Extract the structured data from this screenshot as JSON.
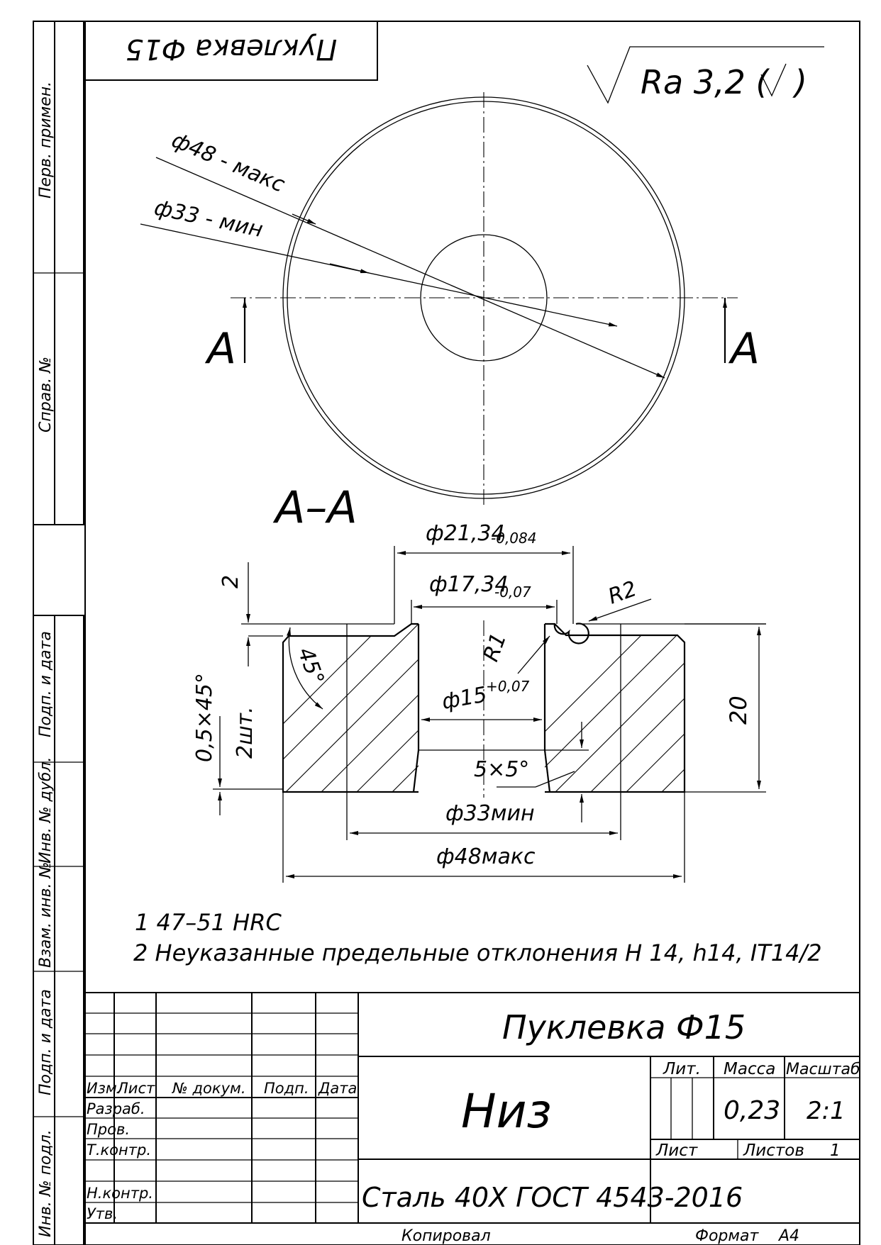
{
  "corner_title": "Пуклевка Ф15",
  "roughness": {
    "symbol_text": "Ra 3,2 (",
    "close_paren": ")"
  },
  "plan_view": {
    "dim_outer": "ф48 - макс",
    "dim_inner": "ф33 - мин",
    "section_mark_left": "A",
    "section_mark_right": "A"
  },
  "section_view": {
    "title": "A–A",
    "dim_d2134": "ф21,34",
    "tol_d2134": "-0,084",
    "dim_d1734": "ф17,34",
    "tol_d1734": "-0,07",
    "dim_r2": "R2",
    "dim_r1": "R1",
    "dim_2": "2",
    "dim_45deg": "45°",
    "dim_chamfer": "0,5×45°",
    "dim_2sht": "2шт.",
    "dim_d15": "ф15",
    "tol_d15": "+0,07",
    "dim_5x5": "5×5°",
    "dim_20": "20",
    "dim_d33": "ф33мин",
    "dim_d48": "ф48макс"
  },
  "notes": [
    "1  47–51 HRC",
    "2  Неуказанные предельные отклонения H 14, h14, IT14/2"
  ],
  "side_stamps": [
    "Перв. примен.",
    "Справ. №",
    "Подп. и дата",
    "Инв. № дубл.",
    "Взам. инв. №",
    "Подп. и дата",
    "Инв. № подл."
  ],
  "title_block": {
    "part_name": "Пуклевка Ф15",
    "sub_name": "Низ",
    "material": "Сталь 40Х ГОСТ 4543-2016",
    "col_izm": "Изм.",
    "col_list": "Лист",
    "col_doc": "№ докум.",
    "col_sign": "Подп.",
    "col_date": "Дата",
    "row_razrab": "Разраб.",
    "row_prov": "Пров.",
    "row_tkontr": "Т.контр.",
    "row_nkontr": "Н.контр.",
    "row_utv": "Утв.",
    "lit_label": "Лит.",
    "mass_label": "Масса",
    "scale_label": "Масштаб",
    "mass_value": "0,23",
    "scale_value": "2:1",
    "sheet_label": "Лист",
    "sheets_label": "Листов",
    "sheets_value": "1"
  },
  "footer": {
    "copied": "Копировал",
    "format_label": "Формат",
    "format_value": "A4"
  }
}
